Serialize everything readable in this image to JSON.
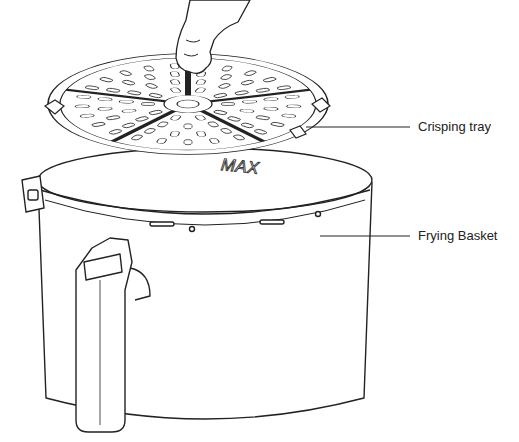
{
  "diagram": {
    "labels": [
      "Crisping tray",
      "MAX",
      "Frying Basket"
    ]
  }
}
